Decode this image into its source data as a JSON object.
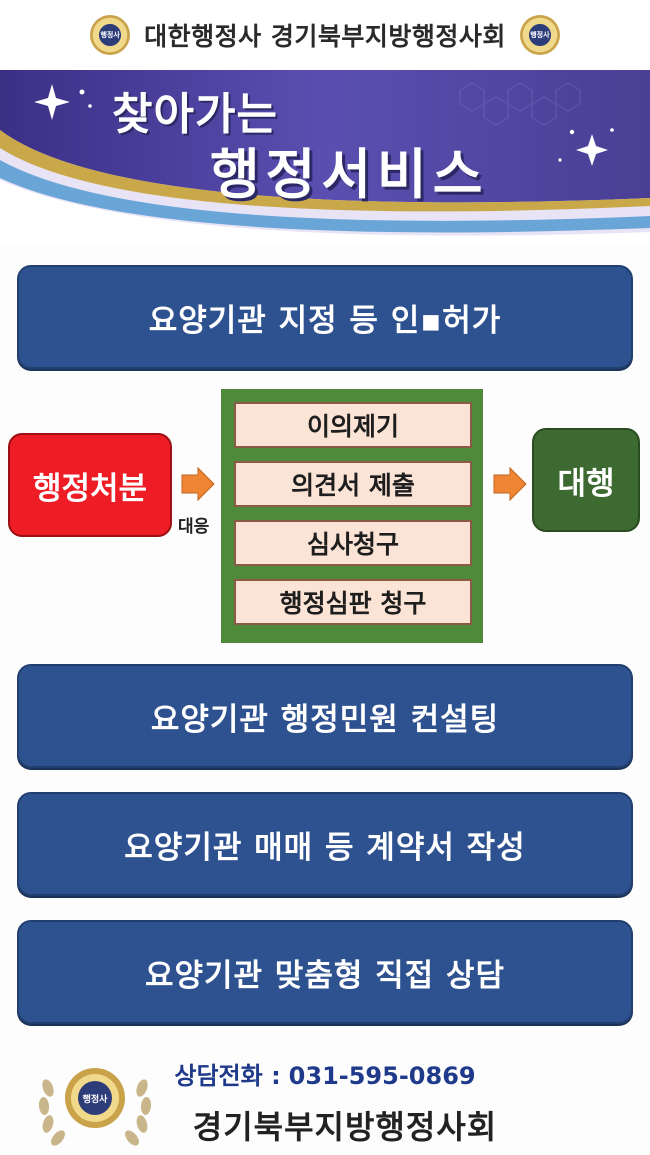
{
  "header": {
    "title": "대한행정사 경기북부지방행정사회",
    "emblem_text": "행정사"
  },
  "banner": {
    "line1": "찾아가는",
    "line2": "행정서비스"
  },
  "services": [
    "요양기관 지정 등 인▪허가",
    "요양기관 행정민원 컨설팅",
    "요양기관 매매 등 계약서 작성",
    "요양기관 맞춤형 직접 상담"
  ],
  "flow": {
    "left": "행정처분",
    "respond_label": "대응",
    "options": [
      "이의제기",
      "의견서 제출",
      "심사청구",
      "행정심판 청구"
    ],
    "right": "대행"
  },
  "footer": {
    "phone_label": "상담전화 :",
    "phone_number": "031-595-0869",
    "org_name": "경기북부지방행정사회",
    "emblem_text": "행정사"
  },
  "colors": {
    "service_blue": "#2e5190",
    "action_red": "#ee1c24",
    "proxy_green": "#3d6a30",
    "frame_green": "#4e8a3a",
    "option_bg": "#fbe4d5",
    "arrow_orange": "#ef8534",
    "banner_purple": "#4a3f94",
    "phone_blue": "#1f3a8a"
  }
}
